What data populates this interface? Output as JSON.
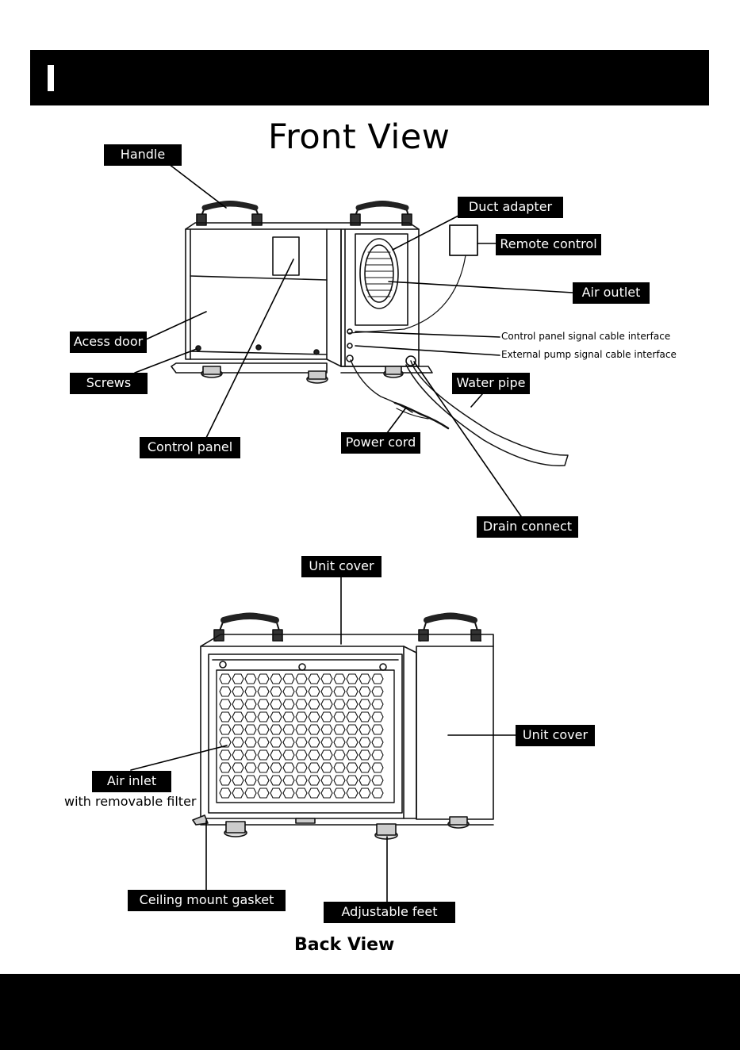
{
  "header": {
    "marker": "I"
  },
  "front": {
    "title": "Front View",
    "labels": {
      "handle": "Handle",
      "duct_adapter": "Duct adapter",
      "remote_control": "Remote control",
      "air_outlet": "Air outlet",
      "access_door": "Acess door",
      "screws": "Screws",
      "control_panel_signal": "Control panel signal cable interface",
      "external_pump_signal": "External pump signal cable interface",
      "water_pipe": "Water pipe",
      "power_cord": "Power cord",
      "control_panel": "Control panel",
      "drain_connect": "Drain connect"
    }
  },
  "back": {
    "title": "Back View",
    "labels": {
      "unit_cover_top": "Unit cover",
      "unit_cover_side": "Unit cover",
      "air_inlet": "Air inlet",
      "air_inlet_sub": "with removable filter",
      "ceiling_mount_gasket": "Ceiling mount gasket",
      "adjustable_feet": "Adjustable feet"
    }
  }
}
